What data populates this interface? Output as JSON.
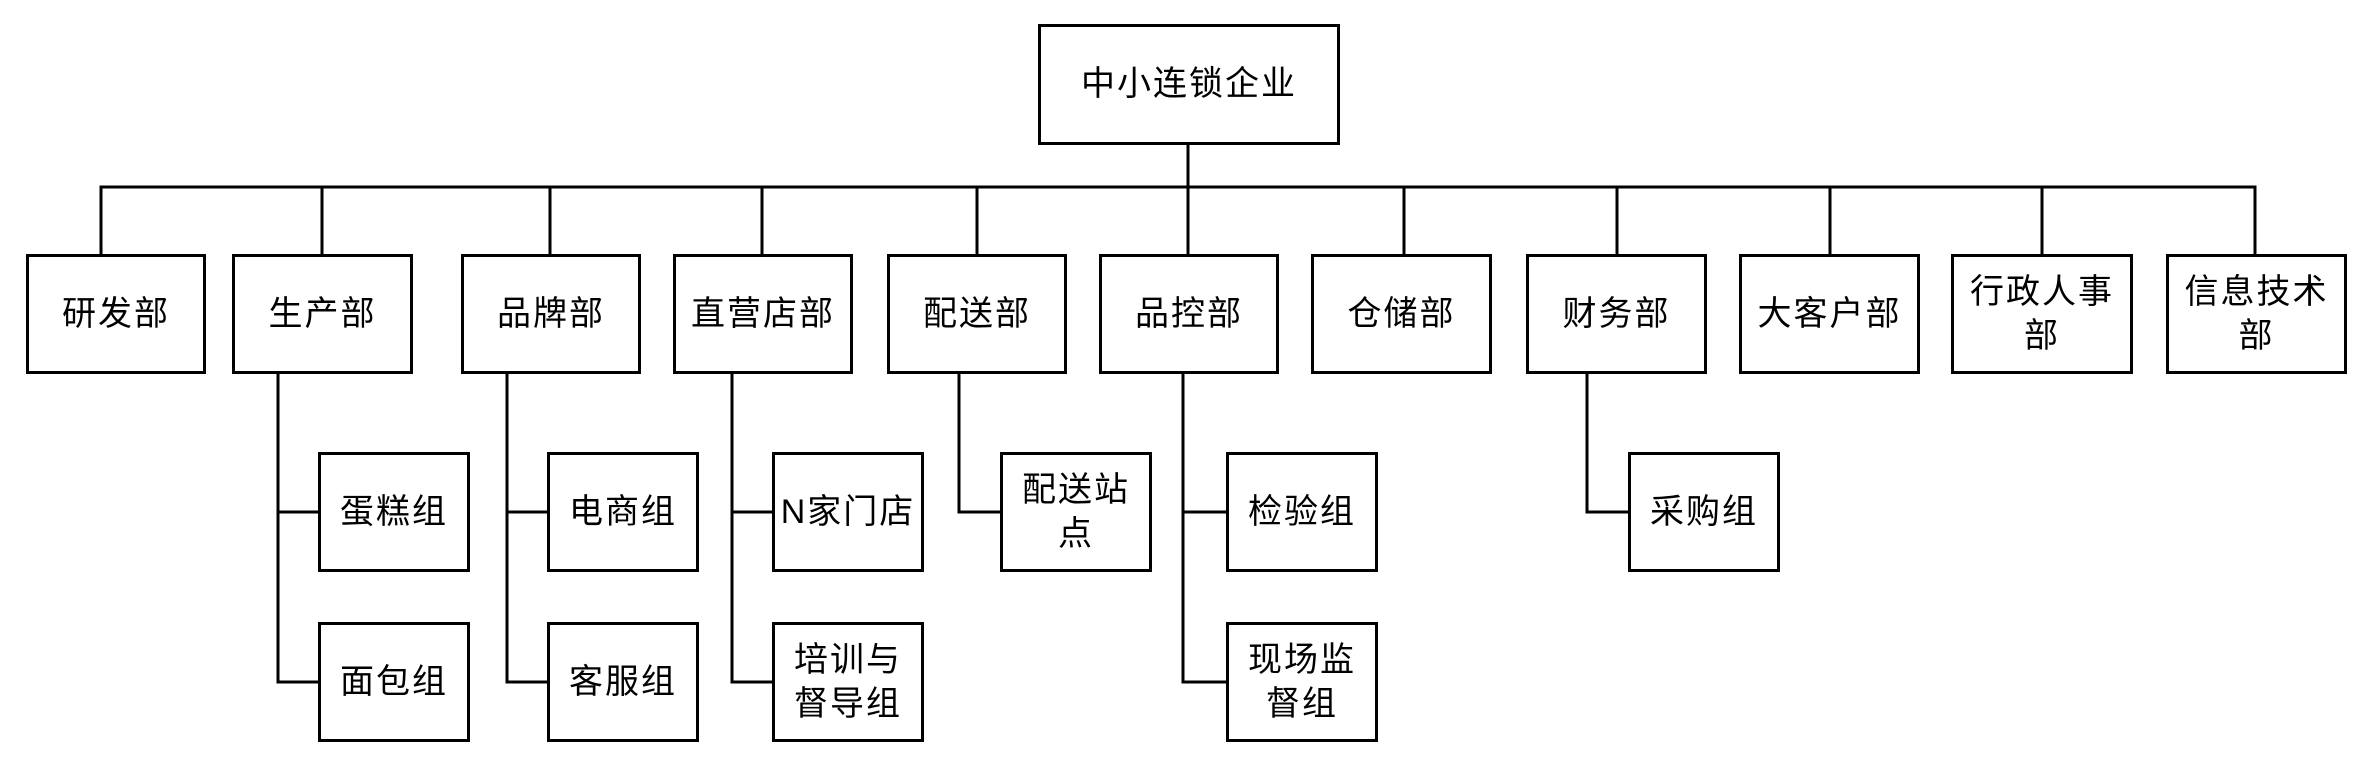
{
  "org": {
    "diagram_type": "org-chart",
    "colors": {
      "background": "#ffffff",
      "box_fill": "#ffffff",
      "box_border": "#000000",
      "line": "#000000",
      "text": "#000000"
    },
    "root": {
      "label": "中小连锁企业"
    },
    "departments": [
      {
        "label": "研发部",
        "children": []
      },
      {
        "label": "生产部",
        "children": [
          {
            "label": "蛋糕组"
          },
          {
            "label": "面包组"
          }
        ]
      },
      {
        "label": "品牌部",
        "children": [
          {
            "label": "电商组"
          },
          {
            "label": "客服组"
          }
        ]
      },
      {
        "label": "直营店部",
        "children": [
          {
            "label": "N家门店"
          },
          {
            "label": "培训与\n督导组"
          }
        ]
      },
      {
        "label": "配送部",
        "children": [
          {
            "label": "配送站\n点"
          }
        ]
      },
      {
        "label": "品控部",
        "children": [
          {
            "label": "检验组"
          },
          {
            "label": "现场监\n督组"
          }
        ]
      },
      {
        "label": "仓储部",
        "children": []
      },
      {
        "label": "财务部",
        "children": [
          {
            "label": "采购组"
          }
        ]
      },
      {
        "label": "大客户部",
        "children": []
      },
      {
        "label": "行政人事\n部",
        "children": []
      },
      {
        "label": "信息技术\n部",
        "children": []
      }
    ]
  }
}
